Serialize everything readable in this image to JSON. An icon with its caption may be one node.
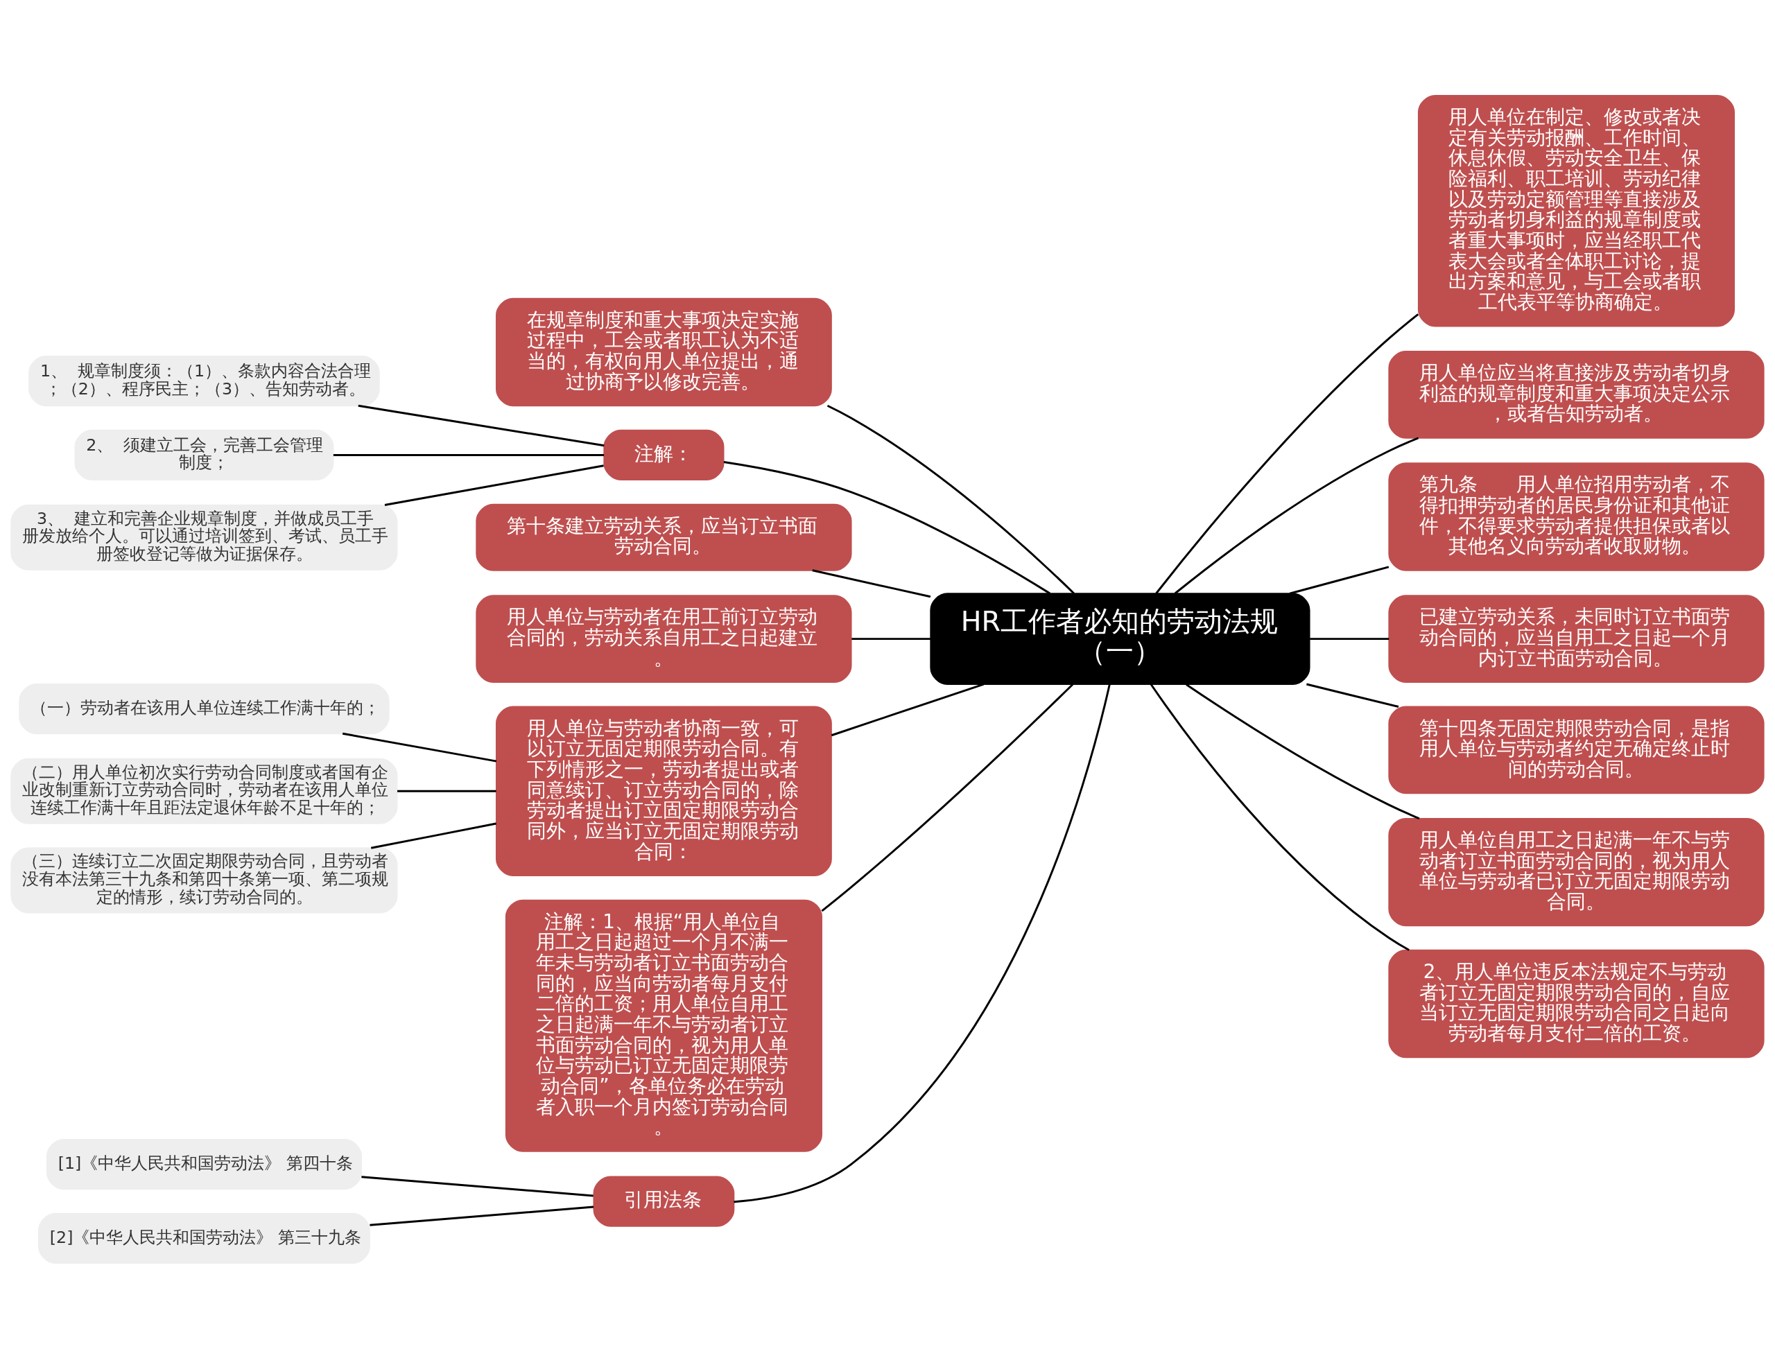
{
  "diagram": {
    "nodes": [
      {
        "text": [
          "HR工作者必知的劳动法规（一）"
        ]
      },
      {
        "text": [
          "在规章制度和重大事项决定实施过程中，工会或者职工认为不适当的，有权向用人单位提出，通过协商予以修改完善。"
        ]
      },
      {
        "text": [
          "注解："
        ]
      },
      {
        "text": [
          "1、  规章制度须：（1）、条款内容合法合理；（2）、程序民主；（3）、告知劳动者。"
        ]
      },
      {
        "text": [
          "2、  须建立工会，完善工会管理制度；"
        ]
      },
      {
        "text": [
          "3、  建立和完善企业规章制度，并做成员工手册发放给个人。可以通过培训签到、考试、员工手册签收登记等做为证据保存。"
        ]
      },
      {
        "text": [
          "第十条建立劳动关系，应当订立书面劳动合同。"
        ]
      },
      {
        "text": [
          "用人单位与劳动者在用工前订立劳动合同的，劳动关系自用工之日起建立。"
        ]
      },
      {
        "text": [
          "用人单位与劳动者协商一致，可以订立无固定期限劳动合同。有下列情形之一，劳动者提出或者同意续订、订立劳动合同的，除劳动者提出订立固定期限劳动合同外，应当订立无固定期限劳动合同："
        ]
      },
      {
        "text": [
          "（一）劳动者在该用人单位连续工作满十年的；"
        ]
      },
      {
        "text": [
          "（二）用人单位初次实行劳动合同制度或者国有企业改制重新订立劳动合同时，劳动者在该用人单位连续工作满十年且距法定退休年龄不足十年的；"
        ]
      },
      {
        "text": [
          "（三）连续订立二次固定期限劳动合同，且劳动者没有本法第三十九条和第四十条第一项、第二项规定的情形，续订劳动合同的。"
        ]
      },
      {
        "text": [
          "注解：1、根据“用人单位自用工之日起超过一个月不满一年未与劳动者订立书面劳动合同的，应当向劳动者每月支付二倍的工资；用人单位自用工之日起满一年不与劳动者订立书面劳动合同的，视为用人单位与劳动已订立无固定期限劳动合同”，各单位务必在劳动者入职一个月内签订劳动合同。"
        ]
      },
      {
        "text": [
          "引用法条"
        ]
      },
      {
        "text": [
          "[1]《中华人民共和国劳动法》 第四十条"
        ]
      },
      {
        "text": [
          "[2]《中华人民共和国劳动法》 第三十九条"
        ]
      },
      {
        "text": [
          "用人单位在制定、修改或者决定有关劳动报酬、工作时间、休息休假、劳动安全卫生、保险福利、职工培训、劳动纪律以及劳动定额管理等直接涉及劳动者切身利益的规章制度或者重大事项时，应当经职工代表大会或者全体职工讨论，提出方案和意见，与工会或者职工代表平等协商确定。"
        ]
      },
      {
        "text": [
          "用人单位应当将直接涉及劳动者切身利益的规章制度和重大事项决定公示，或者告知劳动者。"
        ]
      },
      {
        "text": [
          "第九条　　用人单位招用劳动者，不得扣押劳动者的居民身份证和其他证件，不得要求劳动者提供担保或者以其他名义向劳动者收取财物。"
        ]
      },
      {
        "text": [
          "已建立劳动关系，未同时订立书面劳动合同的，应当自用工之日起一个月内订立书面劳动合同。"
        ]
      },
      {
        "text": [
          "第十四条无固定期限劳动合同，是指用人单位与劳动者约定无确定终止时间的劳动合同。"
        ]
      },
      {
        "text": [
          "用人单位自用工之日起满一年不与劳动者订立书面劳动合同的，视为用人单位与劳动者已订立无固定期限劳动合同。"
        ]
      },
      {
        "text": [
          "2、用人单位违反本法规定不与劳动者订立无固定期限劳动合同的，自应当订立无固定期限劳动合同之日起向劳动者每月支付二倍的工资。"
        ]
      }
    ],
    "edges": [
      {
        "from": 0,
        "to": 1,
        "arrow": "none"
      },
      {
        "from": 0,
        "to": 2,
        "arrow": "none"
      },
      {
        "from": 2,
        "to": 3,
        "arrow": "none"
      },
      {
        "from": 2,
        "to": 4,
        "arrow": "none"
      },
      {
        "from": 2,
        "to": 5,
        "arrow": "none"
      },
      {
        "from": 0,
        "to": 6,
        "arrow": "none"
      },
      {
        "from": 0,
        "to": 7,
        "arrow": "none"
      },
      {
        "from": 0,
        "to": 8,
        "arrow": "none"
      },
      {
        "from": 8,
        "to": 9,
        "arrow": "none"
      },
      {
        "from": 8,
        "to": 10,
        "arrow": "none"
      },
      {
        "from": 8,
        "to": 11,
        "arrow": "none"
      },
      {
        "from": 0,
        "to": 12,
        "arrow": "none"
      },
      {
        "from": 0,
        "to": 13,
        "arrow": "none"
      },
      {
        "from": 13,
        "to": 14,
        "arrow": "none"
      },
      {
        "from": 13,
        "to": 15,
        "arrow": "none"
      },
      {
        "from": 0,
        "to": 16,
        "arrow": "none"
      },
      {
        "from": 0,
        "to": 17,
        "arrow": "none"
      },
      {
        "from": 0,
        "to": 18,
        "arrow": "none"
      },
      {
        "from": 0,
        "to": 19,
        "arrow": "none"
      },
      {
        "from": 0,
        "to": 20,
        "arrow": "none"
      },
      {
        "from": 0,
        "to": 21,
        "arrow": "none"
      },
      {
        "from": 0,
        "to": 22,
        "arrow": "none"
      }
    ]
  }
}
